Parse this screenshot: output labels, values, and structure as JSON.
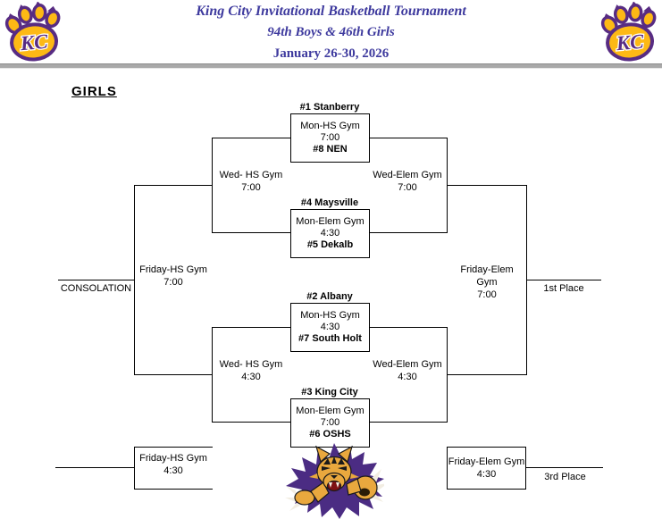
{
  "header": {
    "title": "King City Invitational Basketball Tournament",
    "subtitle": "94th Boys & 46th Girls",
    "dates": "January 26-30, 2026",
    "logo_text": "KC"
  },
  "section": {
    "label": "GIRLS"
  },
  "bracket": {
    "games": [
      {
        "top_seed": "#1 Stanberry",
        "venue": "Mon-HS Gym",
        "time": "7:00",
        "bottom_seed": "#8 NEN"
      },
      {
        "top_seed": "#4 Maysville",
        "venue": "Mon-Elem Gym",
        "time": "4:30",
        "bottom_seed": "#5 Dekalb"
      },
      {
        "top_seed": "#2 Albany",
        "venue": "Mon-HS Gym",
        "time": "4:30",
        "bottom_seed": "#7 South Holt"
      },
      {
        "top_seed": "#3 King City",
        "venue": "Mon-Elem Gym",
        "time": "7:00",
        "bottom_seed": "#6 OSHS"
      }
    ],
    "semifinals": [
      {
        "venue": "Wed- HS Gym",
        "time": "7:00"
      },
      {
        "venue": "Wed-Elem Gym",
        "time": "7:00"
      },
      {
        "venue": "Wed- HS Gym",
        "time": "4:30"
      },
      {
        "venue": "Wed-Elem Gym",
        "time": "4:30"
      }
    ],
    "finals": {
      "consolation": {
        "venue": "Friday-HS Gym",
        "time": "7:00",
        "result_label": "CONSOLATION"
      },
      "championship": {
        "venue": "Friday-Elem Gym",
        "time": "7:00",
        "result_label": "1st Place"
      },
      "fifth_place": {
        "venue": "Friday-HS Gym",
        "time": "4:30"
      },
      "third_place": {
        "venue": "Friday-Elem Gym",
        "time": "4:30",
        "result_label": "3rd Place"
      }
    }
  },
  "colors": {
    "title_text": "#3E3A9E",
    "paw_purple": "#582C83",
    "paw_gold": "#FDB915",
    "cat_purple": "#4B2C83",
    "cat_gold": "#E9A83E",
    "line": "#000000"
  }
}
